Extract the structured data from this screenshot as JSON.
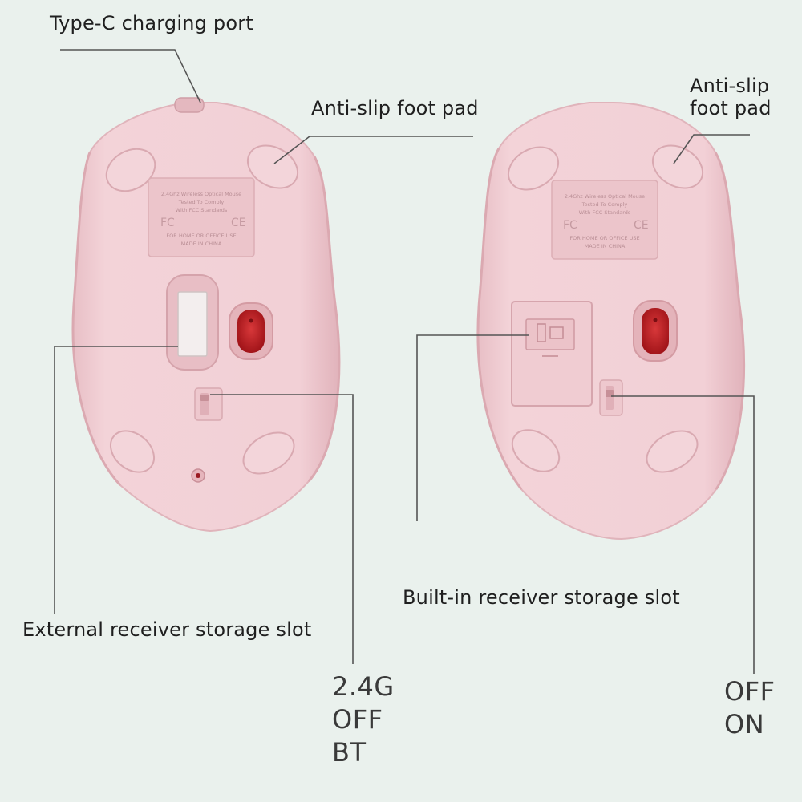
{
  "left_mouse": {
    "label_type_c": "Type-C charging port",
    "label_foot_pad": "Anti-slip foot pad",
    "label_external_slot": "External receiver storage slot",
    "switch_modes": "2.4G\nOFF\nBT",
    "plate_text": [
      "2.4Ghz Wireless Optical Mouse",
      "Tested To Comply",
      "With FCC Standards",
      "FOR HOME OR OFFICE USE",
      "MADE IN CHINA"
    ]
  },
  "right_mouse": {
    "label_foot_pad": "Anti-slip\nfoot pad",
    "label_builtin_slot": "Built-in receiver storage slot",
    "switch_modes": "OFF\nON",
    "plate_text": [
      "2.4Ghz Wireless Optical Mouse",
      "Tested To Comply",
      "With FCC Standards",
      "FOR HOME OR OFFICE USE",
      "MADE IN CHINA"
    ]
  },
  "colors": {
    "background": "#eaf1ed",
    "mouse_body": "#f1cfd4",
    "sensor_red": "#c01d22",
    "leader_line": "#555555"
  }
}
